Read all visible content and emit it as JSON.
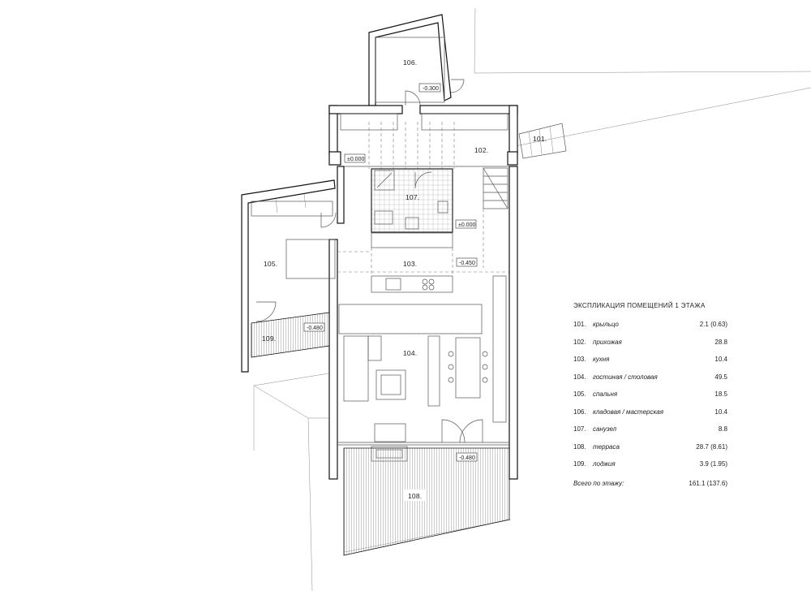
{
  "rooms": {
    "r101": "101.",
    "r102": "102.",
    "r103": "103.",
    "r104": "104.",
    "r105": "105.",
    "r106": "106.",
    "r107": "107.",
    "r108": "108.",
    "r109": "109."
  },
  "levels": {
    "storage": "-0.300",
    "hall": "±0.000",
    "bath_door": "±0.000",
    "kitchen": "-0.450",
    "loggia": "-0.480",
    "terrace": "-0.480"
  },
  "legend": {
    "title": "ЭКСПЛИКАЦИЯ ПОМЕЩЕНИЙ 1 ЭТАЖА",
    "rows": [
      {
        "num": "101.",
        "name": "крыльцо",
        "area": "2.1 (0.63)"
      },
      {
        "num": "102.",
        "name": "прихожая",
        "area": "28.8"
      },
      {
        "num": "103.",
        "name": "кухня",
        "area": "10.4"
      },
      {
        "num": "104.",
        "name": "гостиная / столовая",
        "area": "49.5"
      },
      {
        "num": "105.",
        "name": "спальня",
        "area": "18.5"
      },
      {
        "num": "106.",
        "name": "кладовая / мастерская",
        "area": "10.4"
      },
      {
        "num": "107.",
        "name": "санузел",
        "area": "8.8"
      },
      {
        "num": "108.",
        "name": "терраса",
        "area": "28.7 (8.61)"
      },
      {
        "num": "109.",
        "name": "лоджия",
        "area": "3.9 (1.95)"
      }
    ],
    "total_label": "Всего по этажу:",
    "total_area": "161.1 (137.6)"
  }
}
